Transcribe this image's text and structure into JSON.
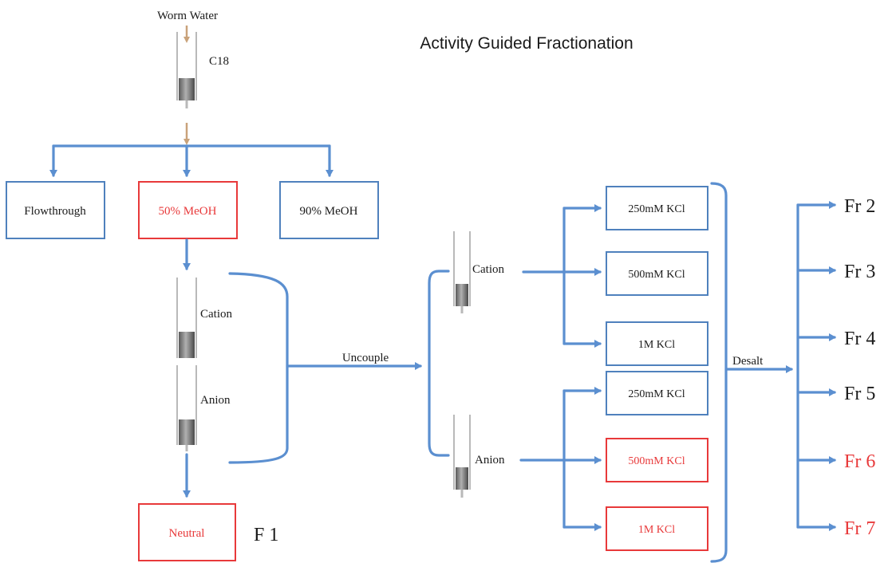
{
  "title": "Activity Guided Fractionation",
  "source_label": "Worm Water",
  "columns": {
    "c18": "C18",
    "cation_stacked": "Cation",
    "anion_stacked": "Anion",
    "cation_right": "Cation",
    "anion_right": "Anion"
  },
  "spe_fractions": [
    {
      "label": "Flowthrough",
      "highlight": false
    },
    {
      "label": "50% MeOH",
      "highlight": true
    },
    {
      "label": "90% MeOH",
      "highlight": false
    }
  ],
  "neutral": {
    "label": "Neutral",
    "highlight": true
  },
  "f1_label": "F 1",
  "uncouple_label": "Uncouple",
  "desalt_label": "Desalt",
  "cation_elutions": [
    {
      "label": "250mM KCl",
      "highlight": false
    },
    {
      "label": "500mM KCl",
      "highlight": false
    },
    {
      "label": "1M KCl",
      "highlight": false
    }
  ],
  "anion_elutions": [
    {
      "label": "250mM KCl",
      "highlight": false
    },
    {
      "label": "500mM KCl",
      "highlight": true
    },
    {
      "label": "1M KCl",
      "highlight": true
    }
  ],
  "final_fractions": [
    {
      "label": "Fr 2",
      "highlight": false
    },
    {
      "label": "Fr 3",
      "highlight": false
    },
    {
      "label": "Fr 4",
      "highlight": false
    },
    {
      "label": "Fr 5",
      "highlight": false
    },
    {
      "label": "Fr 6",
      "highlight": true
    },
    {
      "label": "Fr 7",
      "highlight": true
    }
  ],
  "colors": {
    "flow_arrow": "#5b8fd0",
    "source_arrow": "#c9a27a",
    "box_border": "#4f81bd",
    "highlight": "#e8393a",
    "text": "#1a1a1a"
  }
}
